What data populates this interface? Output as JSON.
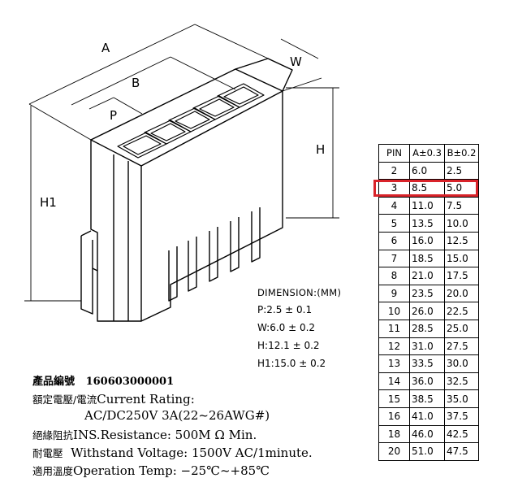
{
  "drawing_labels": {
    "A": "A",
    "B": "B",
    "P": "P",
    "W": "W",
    "H": "H",
    "H1": "H1"
  },
  "dimensions": {
    "title": "DIMENSION:(MM)",
    "p": "P:2.5 ± 0.1",
    "w": "W:6.0 ± 0.2",
    "h": "H:12.1 ± 0.2",
    "h1": "H1:15.0 ± 0.2"
  },
  "table": {
    "headers": [
      "PIN",
      "A±0.3",
      "B±0.2"
    ],
    "rows": [
      [
        "2",
        "6.0",
        "2.5"
      ],
      [
        "3",
        "8.5",
        "5.0"
      ],
      [
        "4",
        "11.0",
        "7.5"
      ],
      [
        "5",
        "13.5",
        "10.0"
      ],
      [
        "6",
        "16.0",
        "12.5"
      ],
      [
        "7",
        "18.5",
        "15.0"
      ],
      [
        "8",
        "21.0",
        "17.5"
      ],
      [
        "9",
        "23.5",
        "20.0"
      ],
      [
        "10",
        "26.0",
        "22.5"
      ],
      [
        "11",
        "28.5",
        "25.0"
      ],
      [
        "12",
        "31.0",
        "27.5"
      ],
      [
        "13",
        "33.5",
        "30.0"
      ],
      [
        "14",
        "36.0",
        "32.5"
      ],
      [
        "15",
        "38.5",
        "35.0"
      ],
      [
        "16",
        "41.0",
        "37.5"
      ],
      [
        "18",
        "46.0",
        "42.5"
      ],
      [
        "20",
        "51.0",
        "47.5"
      ]
    ],
    "highlight_color": "#d9232a"
  },
  "specs": {
    "part_label": "產品編號",
    "part_number": "160603000001",
    "current_cn": "額定電壓/電流",
    "current_en": "Current Rating:",
    "current_value": "AC/DC250V 3A(22~26AWG#)",
    "ins_cn": "絕緣阻抗",
    "ins_en": "INS.Resistance: 500M Ω Min.",
    "withstand_cn": "耐電壓",
    "withstand_en": "Withstand Voltage: 1500V AC/1minute.",
    "temp_cn": "適用溫度",
    "temp_en": "Operation Temp: −25℃~+85℃"
  }
}
